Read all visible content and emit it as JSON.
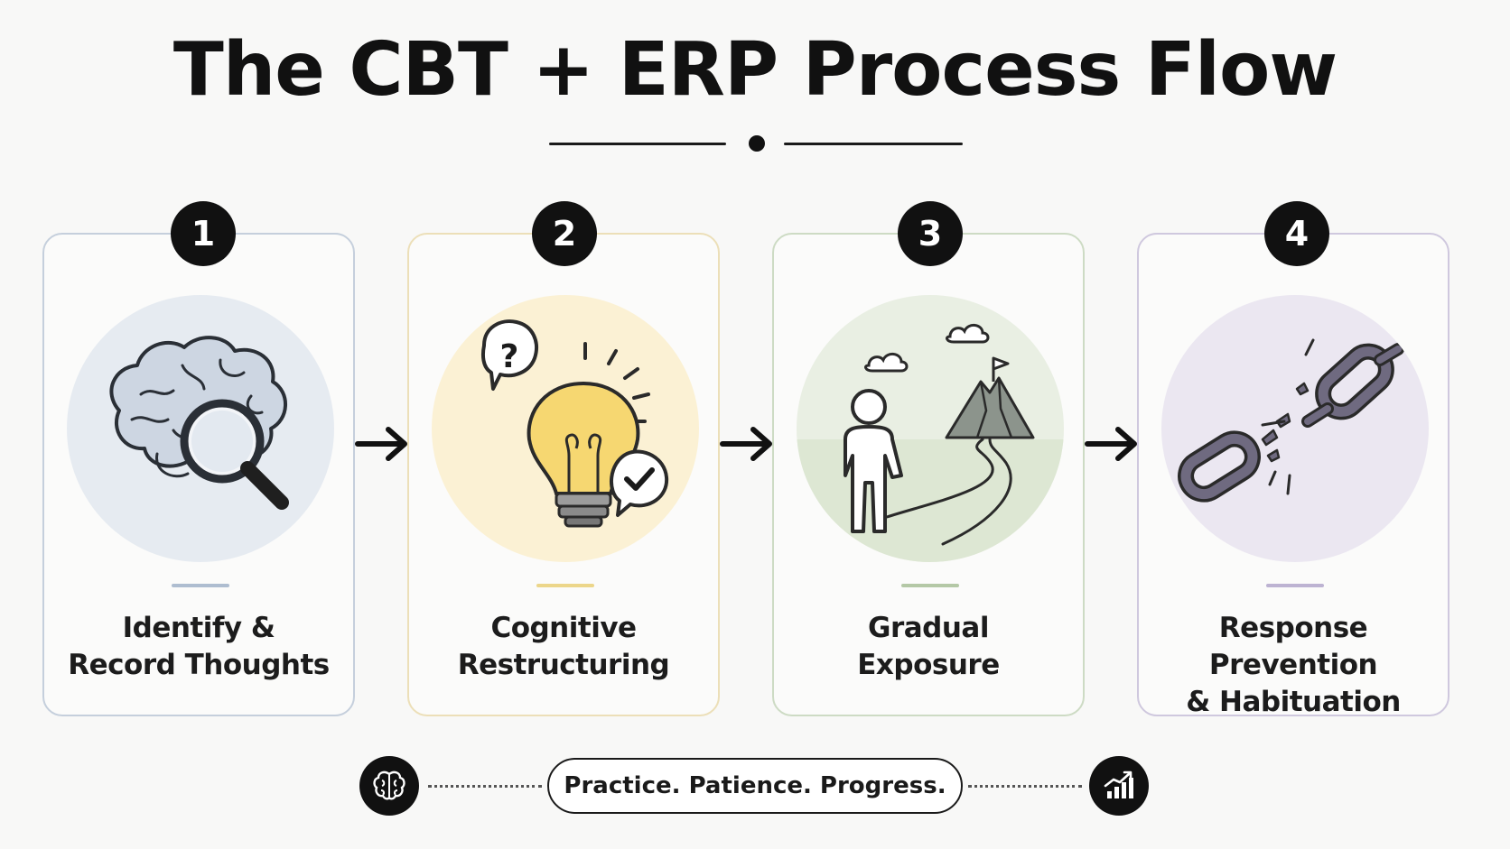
{
  "title": "The CBT + ERP Process Flow",
  "colors": {
    "step1": "#b7c6d8",
    "step2": "#f0dc9a",
    "step3": "#bfd1b3",
    "step4": "#c8c0da"
  },
  "steps": [
    {
      "number": "1",
      "label_line1": "Identify &",
      "label_line2": "Record Thoughts",
      "icon": "brain-magnifier-icon"
    },
    {
      "number": "2",
      "label_line1": "Cognitive",
      "label_line2": "Restructuring",
      "icon": "lightbulb-icon"
    },
    {
      "number": "3",
      "label_line1": "Gradual",
      "label_line2": "Exposure",
      "icon": "person-mountain-path-icon"
    },
    {
      "number": "4",
      "label_line1": "Response Prevention",
      "label_line2": "& Habituation",
      "icon": "broken-chain-icon"
    }
  ],
  "footer": {
    "motto": "Practice. Patience. Progress.",
    "left_icon": "brain-icon",
    "right_icon": "growth-chart-icon"
  }
}
